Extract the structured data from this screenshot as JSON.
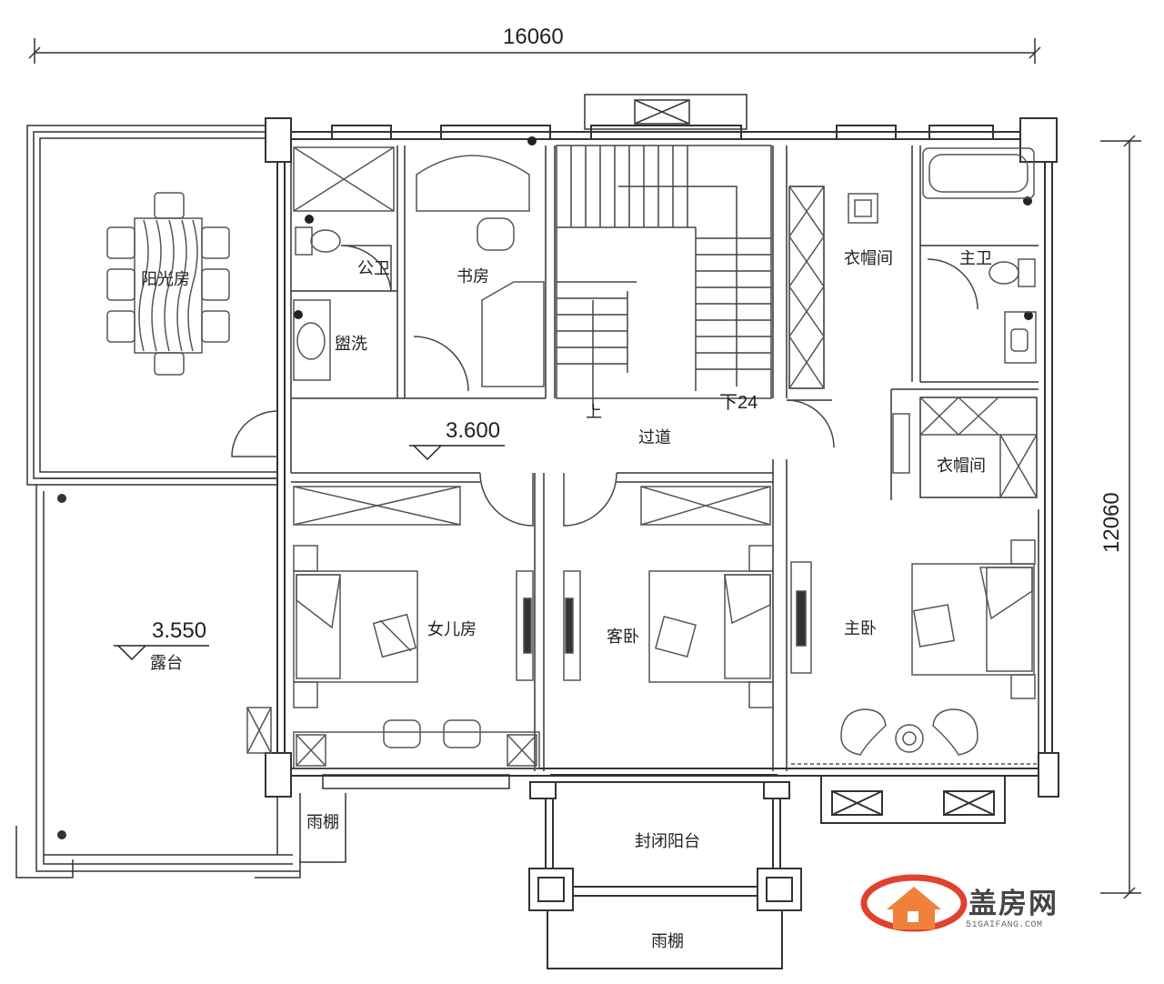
{
  "dimensions": {
    "width_total": "16060",
    "height_total": "12060"
  },
  "levels": {
    "floor": "3.600",
    "terrace": "3.550"
  },
  "stair": {
    "up": "上",
    "down": "下24"
  },
  "rooms": {
    "sunroom": "阳光房",
    "public_bath": "公卫",
    "washroom": "盥洗",
    "study": "书房",
    "closet_1": "衣帽间",
    "master_bath": "主卫",
    "corridor": "过道",
    "closet_2": "衣帽间",
    "daughter_room": "女儿房",
    "guest_room": "客卧",
    "master_bedroom": "主卧",
    "terrace": "露台",
    "canopy_left": "雨棚",
    "closed_balcony": "封闭阳台",
    "canopy_bottom": "雨棚"
  },
  "watermark": {
    "name": "盖房网",
    "url": "51GAIFANG.COM",
    "brand_color": "#e0422f"
  }
}
